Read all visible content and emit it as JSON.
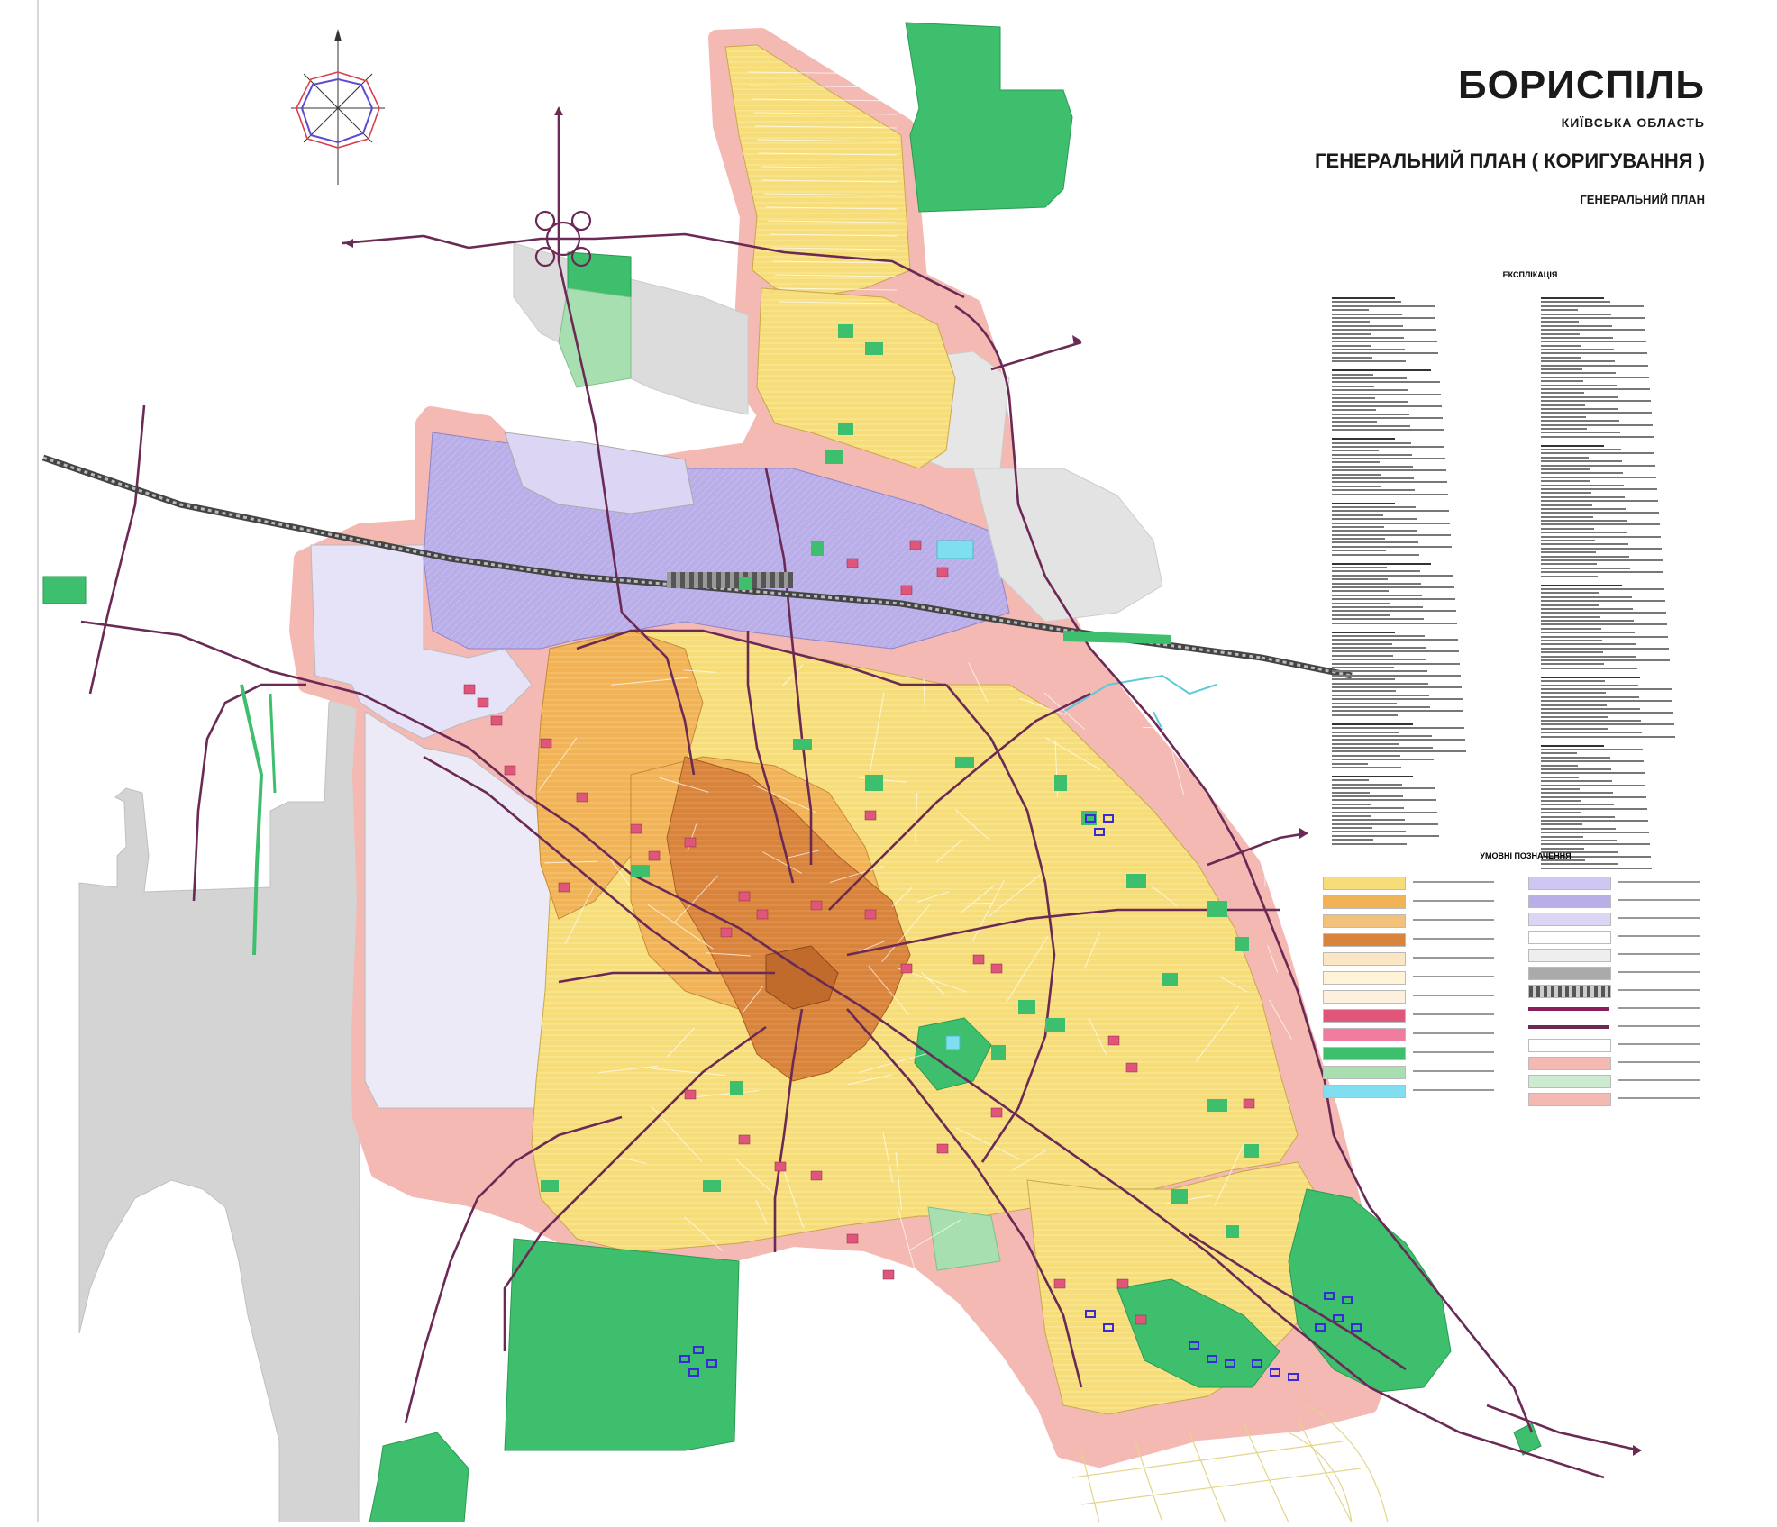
{
  "title": {
    "city": "БОРИСПІЛЬ",
    "region": "КИЇВСЬКА ОБЛАСТЬ",
    "plan": "ГЕНЕРАЛЬНИЙ ПЛАН ( КОРИГУВАННЯ )",
    "sheet": "ГЕНЕРАЛЬНИЙ ПЛАН"
  },
  "explication": {
    "title": "ЕКСПЛІКАЦІЯ",
    "col1_lines": 130,
    "col2_lines": 140
  },
  "legend": {
    "title": "УМОВНІ ПОЗНАЧЕННЯ"
  },
  "colors": {
    "residential_low": "#f6dd7a",
    "residential_mid": "#f1b356",
    "residential_high": "#d9843c",
    "center": "#c06a2c",
    "industrial": "#b9aee8",
    "industrial_light": "#dcd6f4",
    "green": "#3dbf6d",
    "green_light": "#a8dfb0",
    "water": "#7fdff0",
    "border": "#f3b9b2",
    "airport": "#d4d4d4",
    "road": "#6b2a55",
    "public": "#e0557a"
  },
  "icons": {
    "wind_rose": "wind-rose-icon"
  }
}
